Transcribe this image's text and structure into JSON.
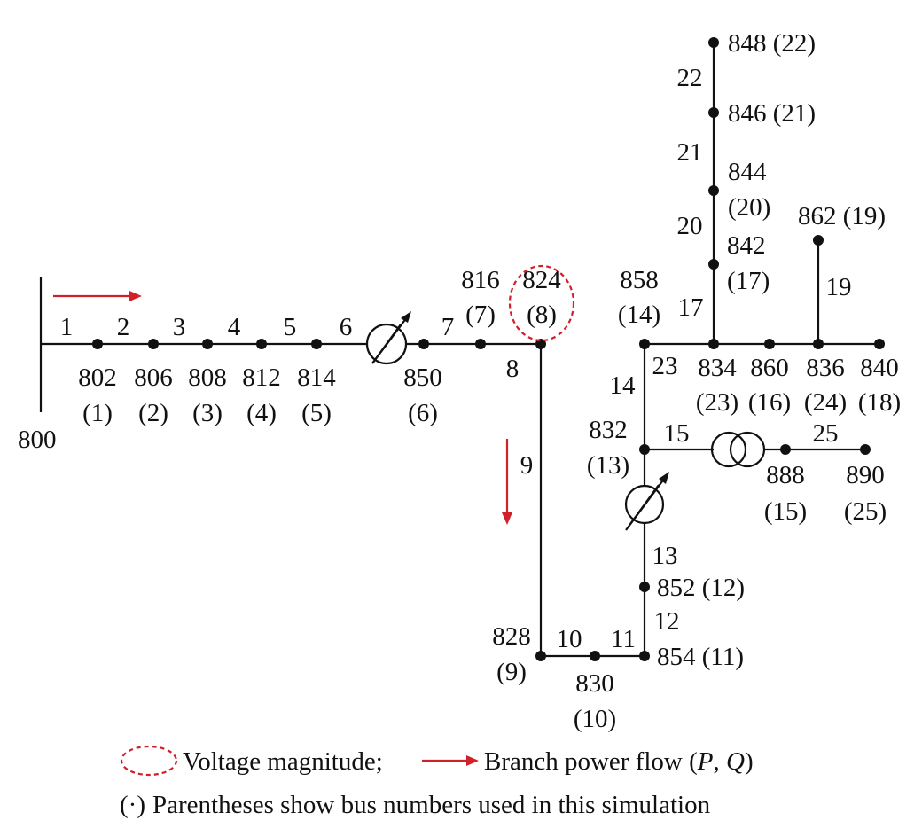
{
  "buses": {
    "800": {
      "name": "800"
    },
    "802": {
      "name": "802",
      "num": "(1)"
    },
    "806": {
      "name": "806",
      "num": "(2)"
    },
    "808": {
      "name": "808",
      "num": "(3)"
    },
    "812": {
      "name": "812",
      "num": "(4)"
    },
    "814": {
      "name": "814",
      "num": "(5)"
    },
    "850": {
      "name": "850",
      "num": "(6)"
    },
    "816": {
      "name": "816",
      "num": "(7)"
    },
    "824": {
      "name": "824",
      "num": "(8)"
    },
    "828": {
      "name": "828",
      "num": "(9)"
    },
    "830": {
      "name": "830",
      "num": "(10)"
    },
    "854": {
      "name": "854 (11)"
    },
    "852": {
      "name": "852 (12)"
    },
    "832": {
      "name": "832",
      "num": "(13)"
    },
    "858": {
      "name": "858",
      "num": "(14)"
    },
    "888": {
      "name": "888",
      "num": "(15)"
    },
    "860": {
      "name": "860",
      "num": "(16)"
    },
    "842": {
      "name": "842",
      "num": "(17)"
    },
    "840": {
      "name": "840",
      "num": "(18)"
    },
    "862": {
      "name": "862 (19)"
    },
    "844": {
      "name": "844",
      "num": "(20)"
    },
    "846": {
      "name": "846 (21)"
    },
    "848": {
      "name": "848 (22)"
    },
    "834": {
      "name": "834",
      "num": "(23)"
    },
    "836": {
      "name": "836",
      "num": "(24)"
    },
    "890": {
      "name": "890",
      "num": "(25)"
    }
  },
  "branches": [
    "1",
    "2",
    "3",
    "4",
    "5",
    "6",
    "7",
    "8",
    "9",
    "10",
    "11",
    "12",
    "13",
    "14",
    "15",
    "17",
    "19",
    "20",
    "21",
    "22",
    "23",
    "25"
  ],
  "legend": {
    "voltage": "Voltage magnitude;",
    "flow_prefix": "Branch power flow (",
    "flow_p": "P",
    "flow_sep": ", ",
    "flow_q": "Q",
    "flow_suffix": ")",
    "note_symbol": "(·)",
    "note": "Parentheses show bus numbers used in this simulation"
  },
  "colors": {
    "line": "#111111",
    "highlight": "#d0202a"
  }
}
